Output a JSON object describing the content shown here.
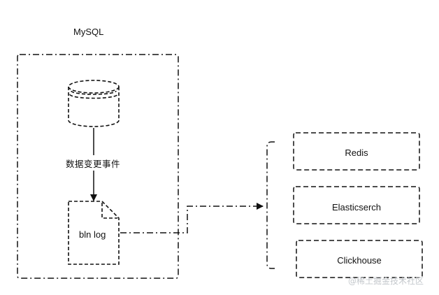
{
  "diagram": {
    "mysql_label": "MySQL",
    "event_label": "数据变更事件",
    "binlog_label": "bln log",
    "targets": [
      "Redis",
      "Elasticserch",
      "Clickhouse"
    ]
  },
  "watermark": "@稀土掘金技术社区",
  "colors": {
    "stroke": "#111111",
    "watermark": "#c4c8cc"
  }
}
